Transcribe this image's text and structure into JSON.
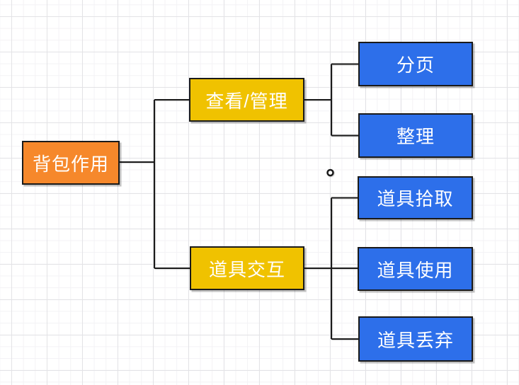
{
  "tree": {
    "root": "背包作用",
    "branches": [
      {
        "label": "查看/管理",
        "children": [
          "分页",
          "整理"
        ]
      },
      {
        "label": "道具交互",
        "children": [
          "道具拾取",
          "道具使用",
          "道具丢弃"
        ]
      }
    ]
  },
  "colors": {
    "canvas_bg": "#ffffff",
    "grid_minor": "#f3f2f5",
    "grid_major": "#e3e3e6",
    "root_fill": "#f6882b",
    "branch_fill": "#f0c200",
    "leaf_fill": "#2d6fea",
    "node_border": "#1a1a1a",
    "edge_stroke": "#1a1a1a",
    "waypoint_fill": "#ffffff",
    "text": "#ffffff"
  }
}
